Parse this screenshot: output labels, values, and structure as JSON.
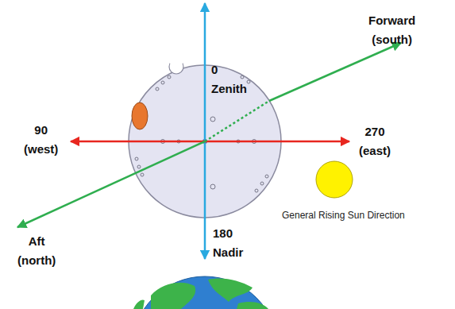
{
  "diagram": {
    "labels": [
      "0 Zenith",
      "90 (west)",
      "270 (east)",
      "180 Nadir",
      "Forward (south)",
      "Aft (north)",
      "General Rising Sun Direction"
    ]
  }
}
